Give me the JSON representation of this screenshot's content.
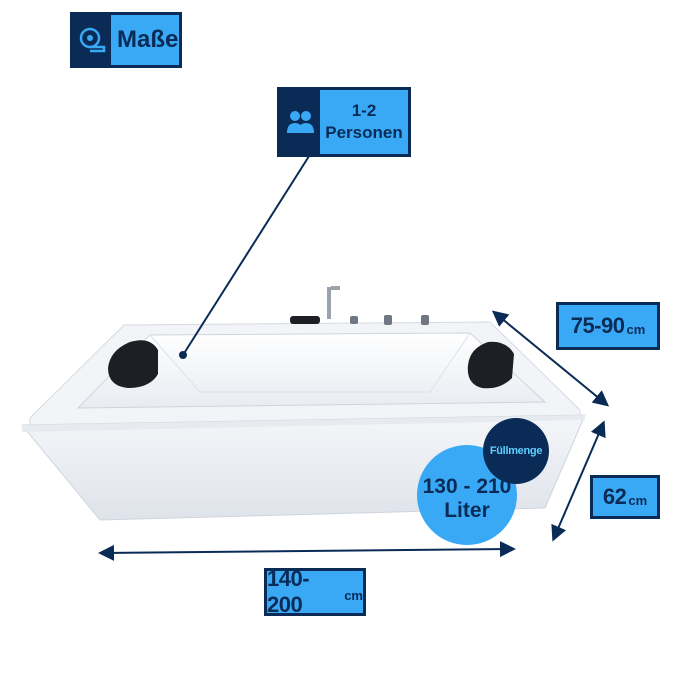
{
  "header": {
    "title": "Maße",
    "icon": "measuring-tape-icon"
  },
  "persons": {
    "line1": "1-2",
    "line2": "Personen",
    "icon": "people-icon"
  },
  "dimensions": {
    "depth": {
      "value": "75-90",
      "unit": "cm"
    },
    "height": {
      "value": "62",
      "unit": "cm"
    },
    "length": {
      "value": "140-200",
      "unit": "cm"
    }
  },
  "fill": {
    "tag": "Füllmenge",
    "value": "130 - 210",
    "unit": "Liter"
  },
  "colors": {
    "accent": "#3aa9f5",
    "navy": "#0b2b57",
    "tag_text": "#5fd0ff"
  }
}
